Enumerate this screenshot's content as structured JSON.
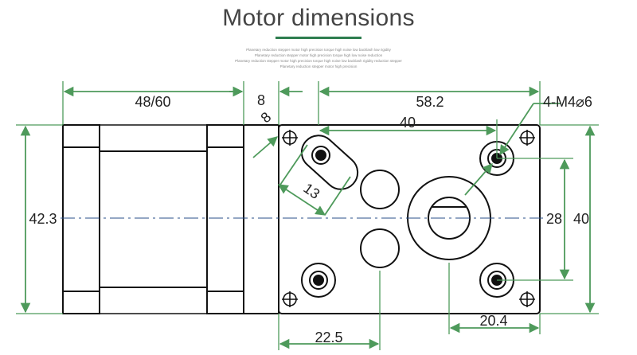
{
  "title": "Motor dimensions",
  "small_text": [
    "Planetary reduction stepper motor high precision torque high noise low backlash low rigidity",
    "Planetary reduction stepper motor high precision torque high low noise reduction",
    "Planetary reduction stepper motor high precision torque high noise low backlash rigidity reduction stepper",
    "Planetary reduction stepper motor high precision"
  ],
  "dimensions": {
    "motor_length": "48/60",
    "flange_thickness": "8",
    "flange_chamfer": "8",
    "gearbox_length": "58.2",
    "hole_spacing_horizontal": "40",
    "mounting_holes": "4-M4⌀6",
    "slot_length": "13",
    "motor_square": "42.3",
    "hole_spacing_vertical": "28",
    "gearbox_height": "40",
    "slot_offset": "22.5",
    "shaft_offset": "20.4"
  },
  "colors": {
    "dimension_line": "#4e9a5b",
    "outline": "#111111",
    "centerline": "#2a4f8a",
    "title_rule": "#2e7d4f"
  }
}
